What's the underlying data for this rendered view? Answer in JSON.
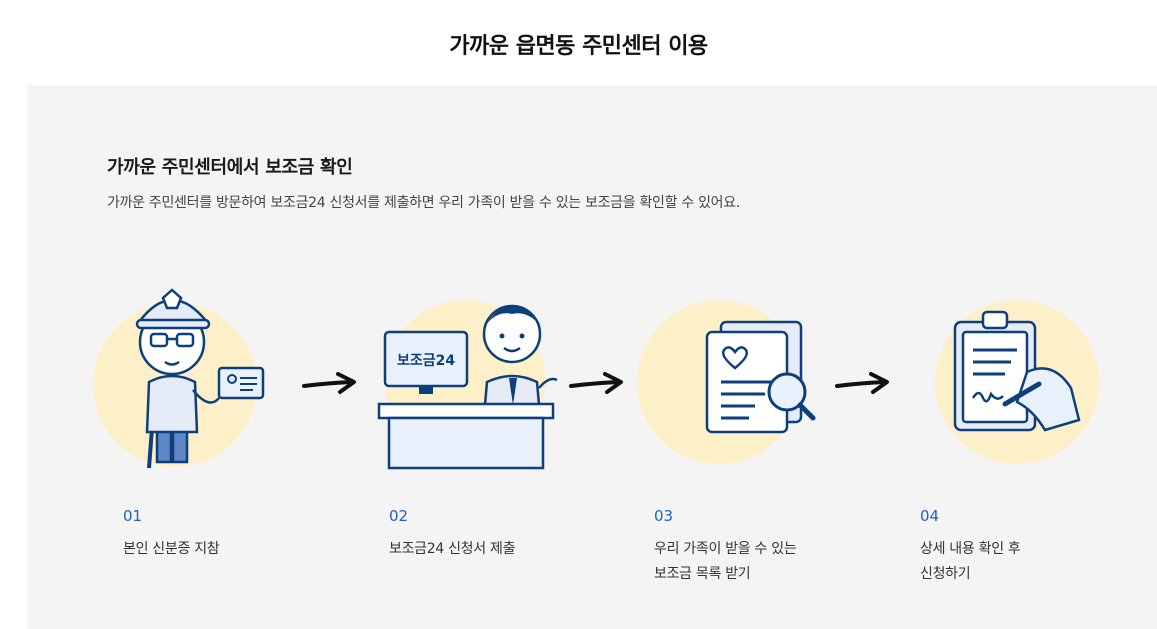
{
  "page": {
    "title": "가까운 읍면동 주민센터 이용"
  },
  "section": {
    "title": "가까운 주민센터에서 보조금 확인",
    "description": "가까운 주민센터를 방문하여 보조금24 신청서를 제출하면 우리 가족이 받을 수 있는 보조금을 확인할 수 있어요."
  },
  "illustrations": {
    "monitor_text": "보조금24"
  },
  "steps": [
    {
      "num": "01",
      "line1": "본인 신분증 지참",
      "line2": ""
    },
    {
      "num": "02",
      "line1": "보조금24 신청서 제출",
      "line2": ""
    },
    {
      "num": "03",
      "line1": "우리 가족이 받을 수 있는",
      "line2": "보조금 목록 받기"
    },
    {
      "num": "04",
      "line1": "상세 내용 확인 후",
      "line2": "신청하기"
    }
  ],
  "colors": {
    "accent": "#1f5fc9",
    "navy": "#0d3f7a",
    "circle": "#fdf0c8",
    "panel_bg": "#f4f4f4"
  }
}
